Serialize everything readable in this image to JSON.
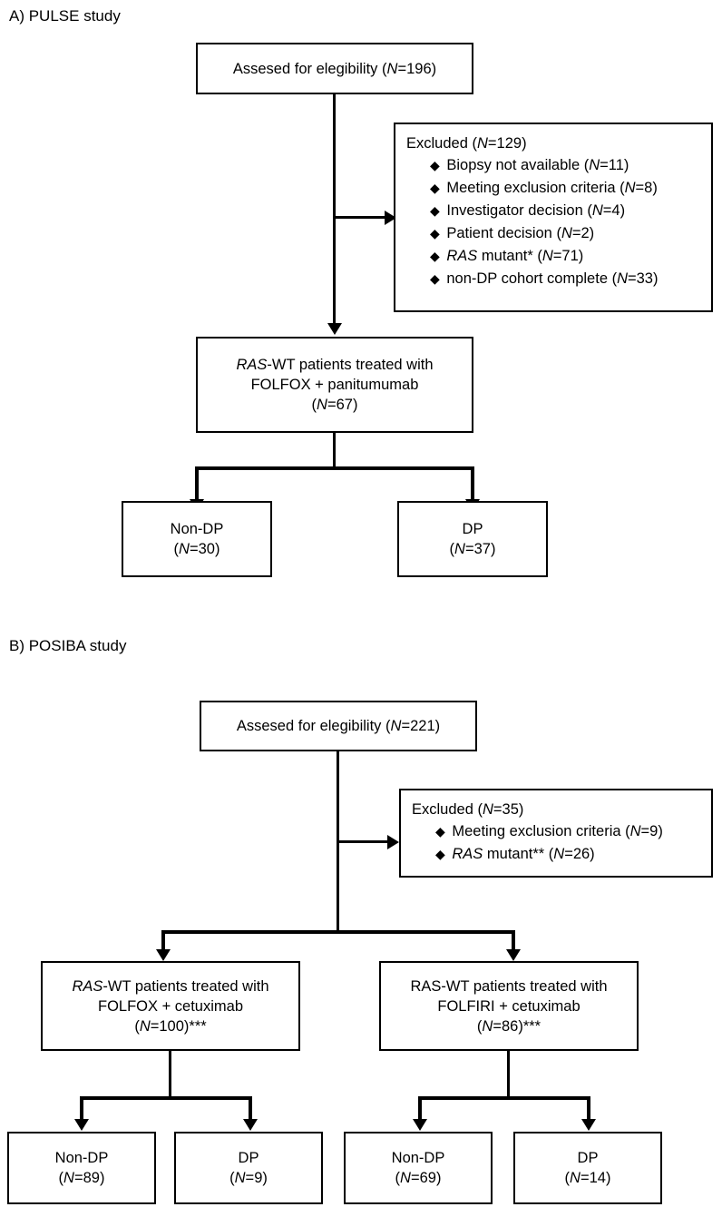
{
  "figure": {
    "type": "flowchart",
    "panels": [
      {
        "id": "A",
        "label": "A) PULSE study",
        "nodes": {
          "assessed": "Assesed for elegibility (N=196)",
          "assessed_plain": "Assesed for elegibility",
          "assessed_n": "196",
          "excluded_title": "Excluded (N=129)",
          "excluded_n": "129",
          "excluded_items": [
            {
              "bullet": "♦",
              "text": "Biopsy not available (N=11)",
              "n": "11"
            },
            {
              "bullet": "♦",
              "text": "Meeting exclusion criteria (N=8)",
              "n": "8"
            },
            {
              "bullet": "♦",
              "text": "Investigator decision (N=4)",
              "n": "4"
            },
            {
              "bullet": "♦",
              "text": "Patient decision (N=2)",
              "n": "2"
            },
            {
              "bullet": "♦",
              "text": "RAS mutant* (N=71)",
              "n": "71"
            },
            {
              "bullet": "♦",
              "text": "non-DP cohort complete (N=33)",
              "n": "33"
            }
          ],
          "treated_line1_italic": "RAS",
          "treated_line1_rest": "-WT patients treated with",
          "treated_line2": "FOLFOX + panitumumab",
          "treated_line3_n": "67",
          "outcome_left_label": "Non-DP",
          "outcome_left_n": "30",
          "outcome_right_label": "DP",
          "outcome_right_n": "37"
        }
      },
      {
        "id": "B",
        "label": "B) POSIBA study",
        "nodes": {
          "assessed_plain": "Assesed for elegibility",
          "assessed_n": "221",
          "excluded_title": "Excluded (N=35)",
          "excluded_n": "35",
          "excluded_items": [
            {
              "bullet": "♦",
              "text": "Meeting exclusion criteria (N=9)",
              "n": "9"
            },
            {
              "bullet": "♦",
              "text": "RAS mutant** (N=26)",
              "n": "26"
            }
          ],
          "arm_left": {
            "line1_italic": "RAS",
            "line1_rest": "-WT patients treated with",
            "line2": "FOLFOX + cetuximab",
            "n": "100",
            "n_suffix": "***"
          },
          "arm_right": {
            "line1": "RAS-WT patients treated with",
            "line2": "FOLFIRI + cetuximab",
            "n": "86",
            "n_suffix": "***"
          },
          "outcomes": [
            {
              "label": "Non-DP",
              "n": "89"
            },
            {
              "label": "DP",
              "n": "9"
            },
            {
              "label": "Non-DP",
              "n": "69"
            },
            {
              "label": "DP",
              "n": "14"
            }
          ]
        }
      }
    ],
    "italic_symbol": "N",
    "colors": {
      "stroke": "#000000",
      "background": "#ffffff",
      "text": "#000000"
    }
  }
}
